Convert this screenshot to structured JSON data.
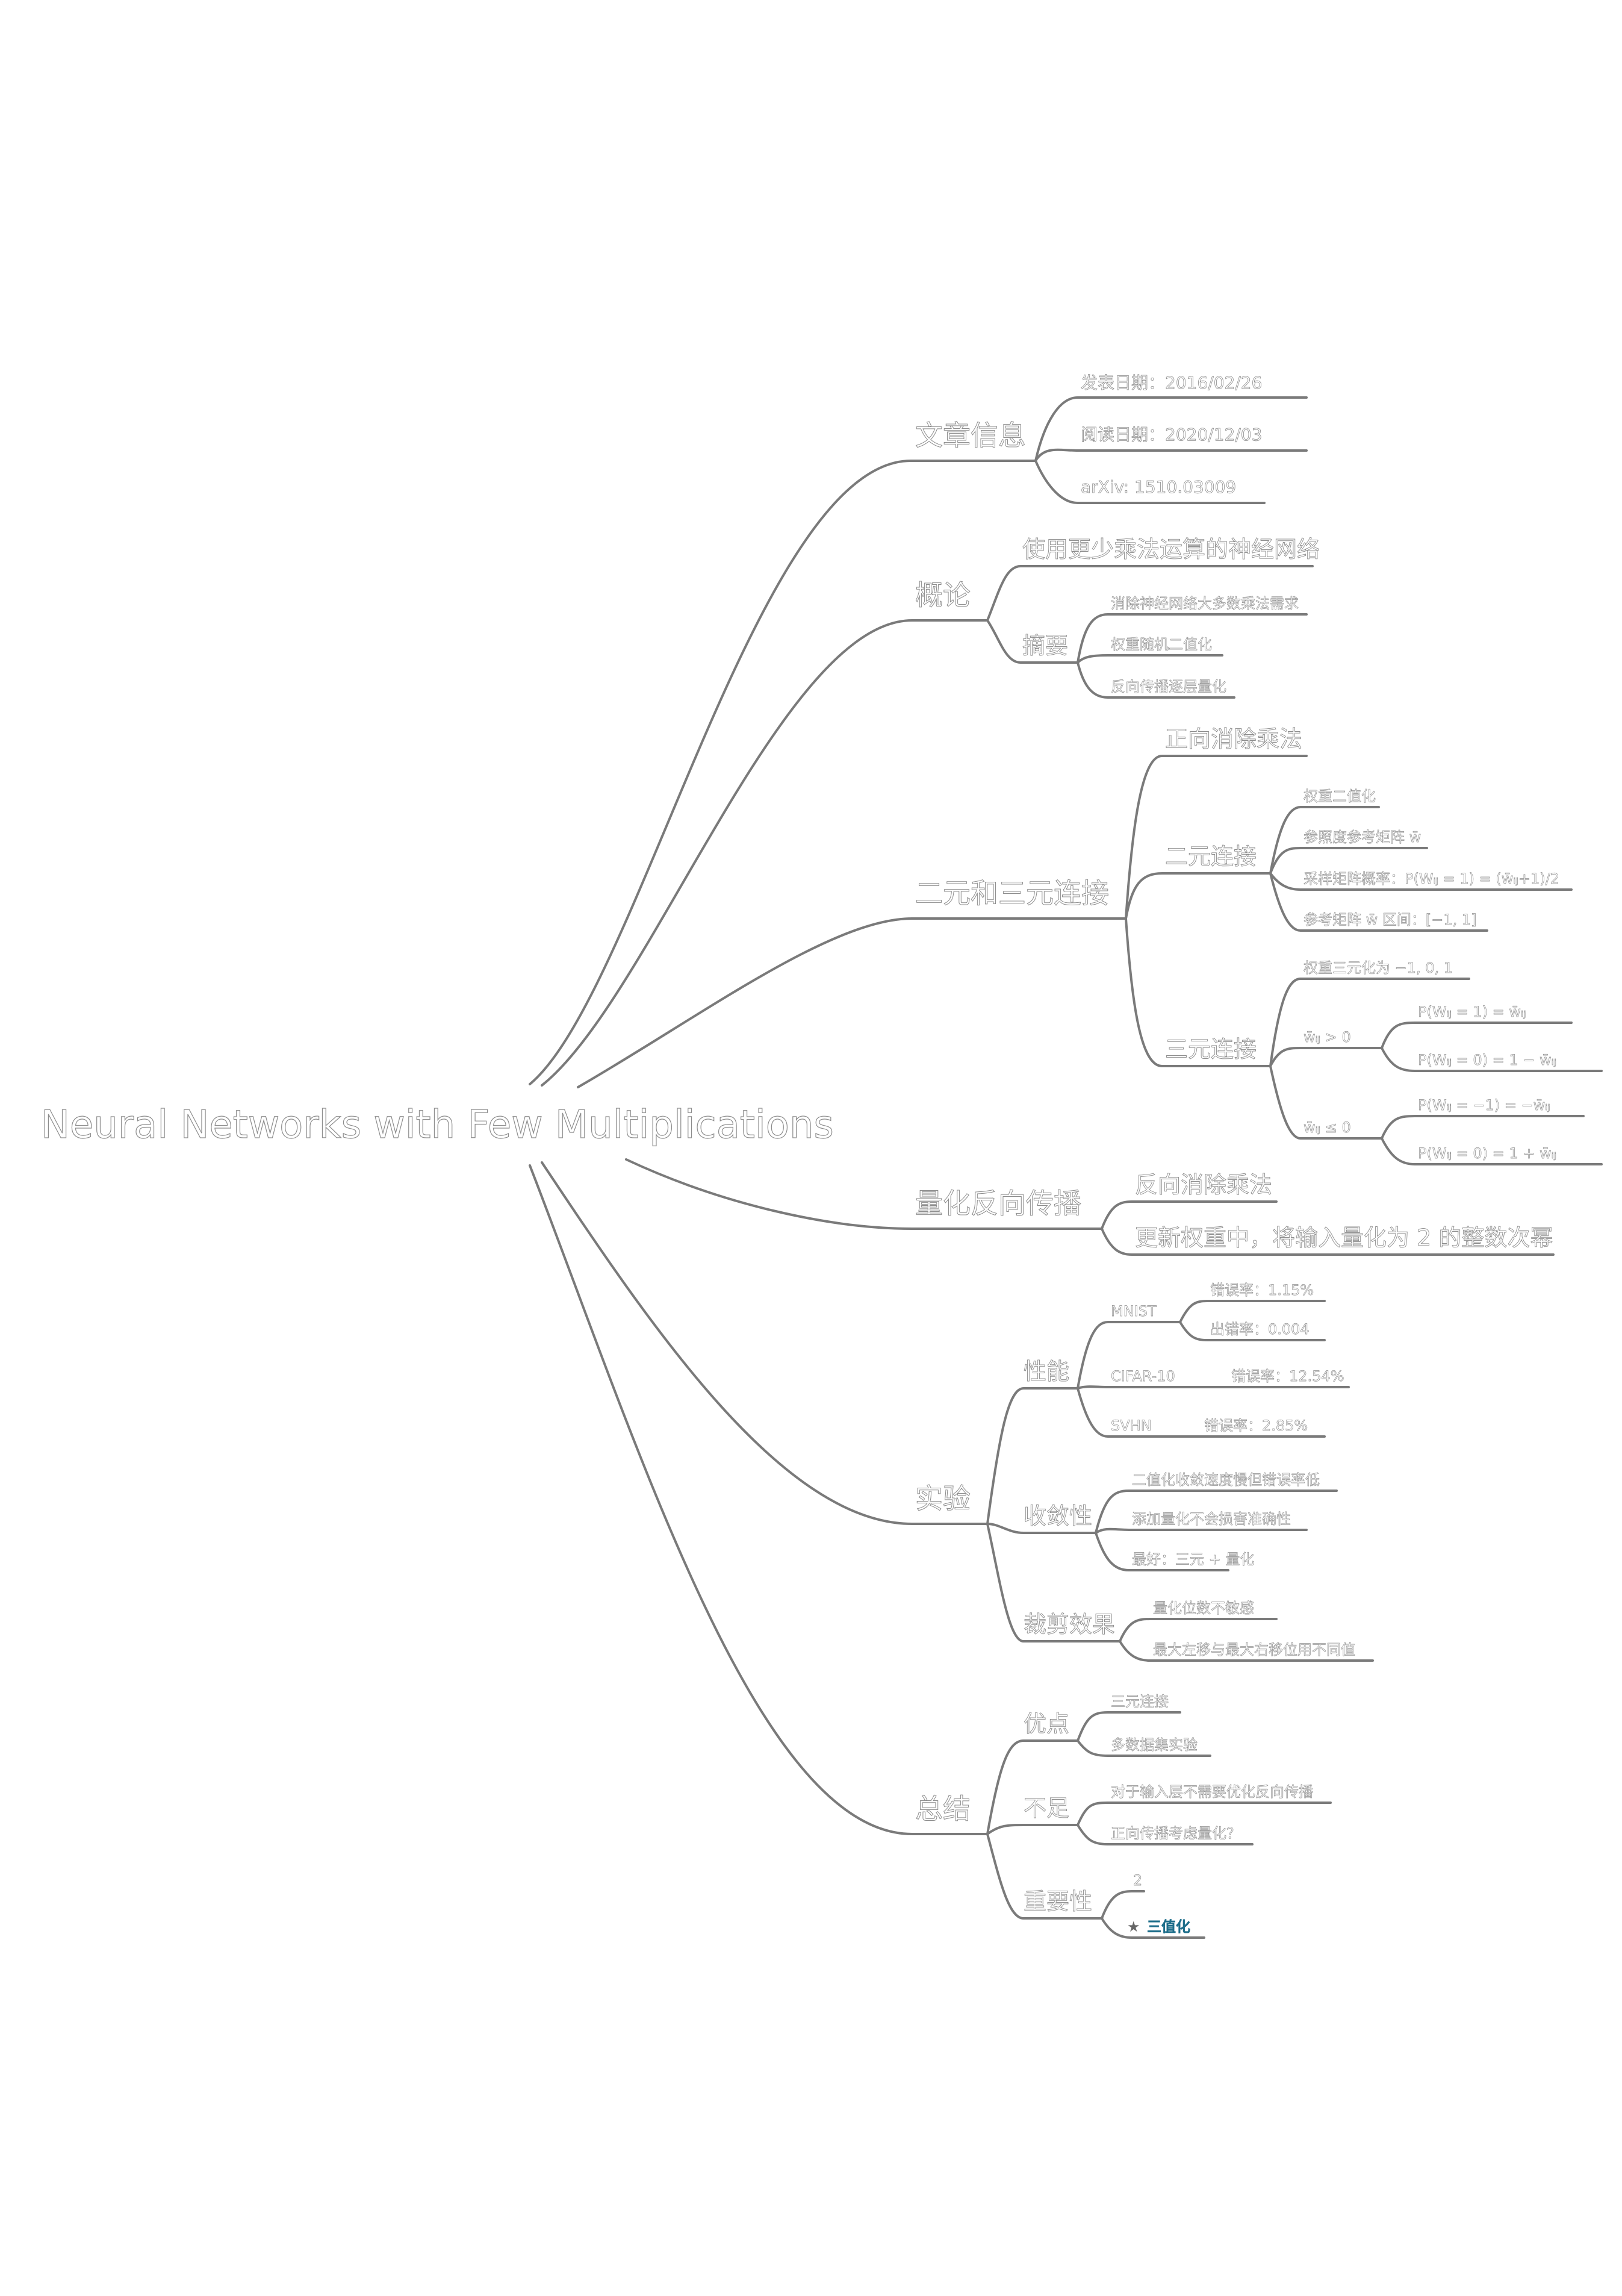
{
  "root": "Neural Networks with Few Multiplications",
  "n1": {
    "title": "文章信息",
    "published": "发表日期：2016/02/26",
    "read": "阅读日期：2020/12/03",
    "arxiv": "arXiv: 1510.03009"
  },
  "n2": {
    "title": "概论",
    "summary": "使用更少乘法运算的神经网络",
    "abstract": "摘要",
    "a1": "消除神经网络大多数乘法需求",
    "a2": "权重随机二值化",
    "a3": "反向传播逐层量化"
  },
  "n3": {
    "title": "二元和三元连接",
    "fwd": "正向消除乘法",
    "binary": "二元连接",
    "b1": "权重二值化",
    "b2": "参照度参考矩阵 w̄",
    "b3": "采样矩阵概率：P(Wᵢⱼ = 1) = (w̄ᵢⱼ+1)/2",
    "b4": "参考矩阵 w̄ 区间：[−1, 1]",
    "ternary": "三元连接",
    "t1": "权重三元化为 −1, 0, 1",
    "pos": "w̄ᵢⱼ > 0",
    "pos1": "P(Wᵢⱼ = 1) = w̄ᵢⱼ",
    "pos2": "P(Wᵢⱼ = 0) = 1 − w̄ᵢⱼ",
    "neg": "w̄ᵢⱼ ≤ 0",
    "neg1": "P(Wᵢⱼ = −1) = −w̄ᵢⱼ",
    "neg2": "P(Wᵢⱼ = 0) = 1 + w̄ᵢⱼ"
  },
  "n4": {
    "title": "量化反向传播",
    "bwd": "反向消除乘法",
    "update": "更新权重中，将输入量化为 2 的整数次幂"
  },
  "n5": {
    "title": "实验",
    "perf": "性能",
    "mnist": "MNIST",
    "mnist_err": "错误率：1.15%",
    "mnist_lr": "出错率：0.004",
    "cifar": "CIFAR-10",
    "cifar_err": "错误率：12.54%",
    "svhn": "SVHN",
    "svhn_err": "错误率：2.85%",
    "conv": "收敛性",
    "c1": "二值化收敛速度慢但错误率低",
    "c2": "添加量化不会损害准确性",
    "c3": "最好：三元 + 量化",
    "clip": "裁剪效果",
    "cl1": "量化位数不敏感",
    "cl2": "最大左移与最大右移位用不同值"
  },
  "n6": {
    "title": "总结",
    "pros": "优点",
    "p1": "三元连接",
    "p2": "多数据集实验",
    "cons": "不足",
    "k1": "对于输入层不需要优化反向传播",
    "k2": "正向传播考虑量化？",
    "imp": "重要性",
    "i1": "2",
    "i2": "三值化"
  }
}
